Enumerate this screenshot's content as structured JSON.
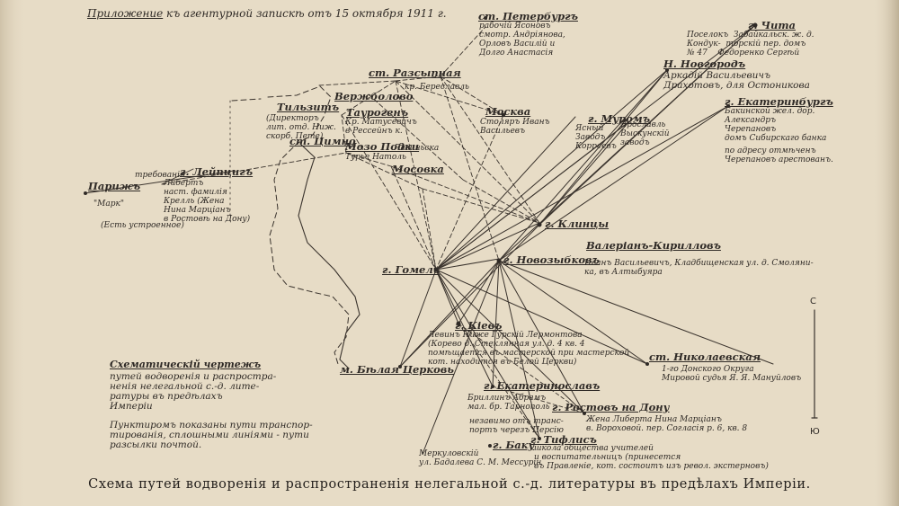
{
  "heading": {
    "prefix": "Приложение",
    "rest": "къ агентурной запискѣ отъ 15 октября 1911 г."
  },
  "caption": "Схема путей водворенія и распространенія нелегальной с.-д. литературы въ предѣлахъ Имперіи.",
  "compass": {
    "north": "С",
    "south": "Ю"
  },
  "labels": {
    "st_petersburg": "ст. Петербургъ",
    "petersburg_note": "рабочій Ясоновъ\nсмотр. Андріянова,\nОрловъ Василій и\nДолго Анастасія",
    "chita": "г. Чита",
    "chita_note": "Поселокъ  Забайкальск. ж. д.\nКондук-  торскій пер. домъ\n№ 47    Федоренко Сергѣй",
    "n_novgorod": "Н. Новгородъ",
    "n_novgorod_note": "Аркадій Васильевичъ\nДрахотовъ, для Остоникова",
    "ekaterinburg": "г. Екатеринбургъ",
    "ekaterinburg_note": "Бакинской жел. дор.\nАлександръ\nЧерепановъ\nдомъ Сибирскаго банка",
    "ekaterinburg_note2": "по адресу отмѣченъ\nЧерепановъ арестованъ.",
    "murom": "г. Муромъ",
    "murom_note": "Ясный\nЗаводъ\nКорреевъ",
    "yaroslavl_note": "Ярославль\nВыскунскій\nзаводъ",
    "moscow": "Москва",
    "moscow_note": "Столяръ Иванъ\nВасильевъ",
    "razdelnaya": "ст. Разсыпная",
    "razdelnaya_note": "кр. Береславль",
    "verzhbolovo": "Вержболово",
    "tilsit": "Тильзитъ",
    "tilsit_note": "(Директоръ\nлит. отд. Ниж.\nскорб. Пете)",
    "taurogen": "Таурогенъ",
    "taurogen_note": "Кр. Матусевичъ\nв Рессейнъ к.",
    "st_tsimno": "ст. Цимно",
    "st_tsimno_note": "Лазиньска",
    "mezo": "Мозо Подки",
    "mozo_note": "Турье Натоль",
    "mosovka": "Мосовка",
    "paris": "Парижъ",
    "paris_note": "\"Марк\"",
    "leipzig": "г. Лейпцигъ",
    "leipzig_note": "Либертъ\nнаст. фамилія\nКрелль (Жена\nНина Марціанъ\nв Ростовѣ на Дону)",
    "paris_note2": "требованія",
    "paris_note3": "(Есть устроенное)",
    "klintsy": "г. Клинцы",
    "gomel": "г. Гомель",
    "novozybkov": "г. Новозыбковъ",
    "valerian": "Валеріанъ-Кирилловъ",
    "valerian_note": "Иванъ Васильевичъ, Кладбищенская ул. д. Смоляни-\nка, въ Алтыбуяра",
    "kiev": "г. Кіевъ",
    "kiev_note": "Левинъ Ниже Гурскій Лермонтова\n(Корево д. Стеклянная ул. д. 4 кв. 4\nпомѣщается въ мастерской при мастерской\nкот. находится въ Белой Церкви)",
    "belaya_tserkov": "м. Бѣлая Церковь",
    "ekaterinoslav": "г. Екатеринославъ",
    "ekaterinoslav_note": "Бриллинъ Абрамъ\nмал. бр. Тарнополь",
    "rostov": "г. Ростовъ на Дону",
    "rostov_note": "Жена Либерта Нина Марціанъ\nв. Вороховой. пер. Согласія р. 6, кв. 8",
    "nikolaevskaya": "ст. Николаевская",
    "nikolaevskaya_note": "1-го Донского Округа\nМировой судья Я. Я. Мануйловъ",
    "tiflis": "г. Тифлисъ",
    "tiflis_note": "школа общества учителей\nи воспитательницъ (принесется\nвъ Правленіе, кот. состоитъ изъ револ. экстерновъ)",
    "baku": "г. Баку",
    "baku_note": "Меркуловскiй\nул. Бадалева С. М. Мессурiн",
    "transport_note": "незавимо отъ транс-\nпортъ черезъ Персію",
    "legend_title": "Схематическій чертежъ",
    "legend_body": "путей водворенія и распростра-\nненія нелегальной с.-д. лите-\nратуры въ предѣлахъ\nИмперіи",
    "legend_note": "Пунктиромъ показаны пути транспор-\nтированія, сплошными линіями - пути\nразсылки почтой."
  },
  "colors": {
    "paper": "#e7dcc6",
    "ink": "#2f2a26",
    "shade": "#d2c6ad"
  }
}
